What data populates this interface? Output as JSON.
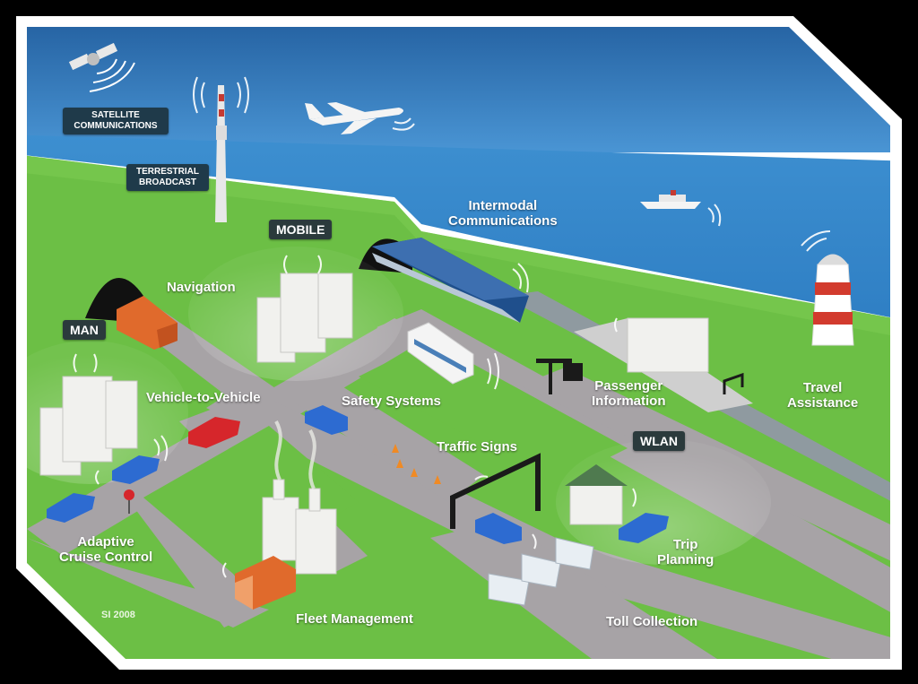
{
  "labels": {
    "satellite": "SATELLITE\nCOMMUNICATIONS",
    "terrestrial": "TERRESTRIAL\nBROADCAST",
    "mobile": "MOBILE",
    "man": "MAN",
    "wlan": "WLAN",
    "navigation": "Navigation",
    "intermodal": "Intermodal\nCommunications",
    "vehicle_to_vehicle": "Vehicle-to-Vehicle",
    "safety_systems": "Safety Systems",
    "passenger_information": "Passenger\nInformation",
    "travel_assistance": "Travel\nAssistance",
    "traffic_signs": "Traffic Signs",
    "adaptive_cruise_control": "Adaptive\nCruise Control",
    "trip_planning": "Trip\nPlanning",
    "fleet_management": "Fleet Management",
    "toll_collection": "Toll Collection",
    "copyright": "SI 2008"
  },
  "colors": {
    "sky": "#2f6fb3",
    "sea": "#3a8ed0",
    "grass": "#6cbf45",
    "road": "#a7a3a6",
    "tag_bg": "#1f3a4a",
    "car_blue": "#2d6bd1",
    "car_red": "#d6262b",
    "truck_orange": "#e06a2c",
    "lighthouse_red": "#d23b2e"
  }
}
